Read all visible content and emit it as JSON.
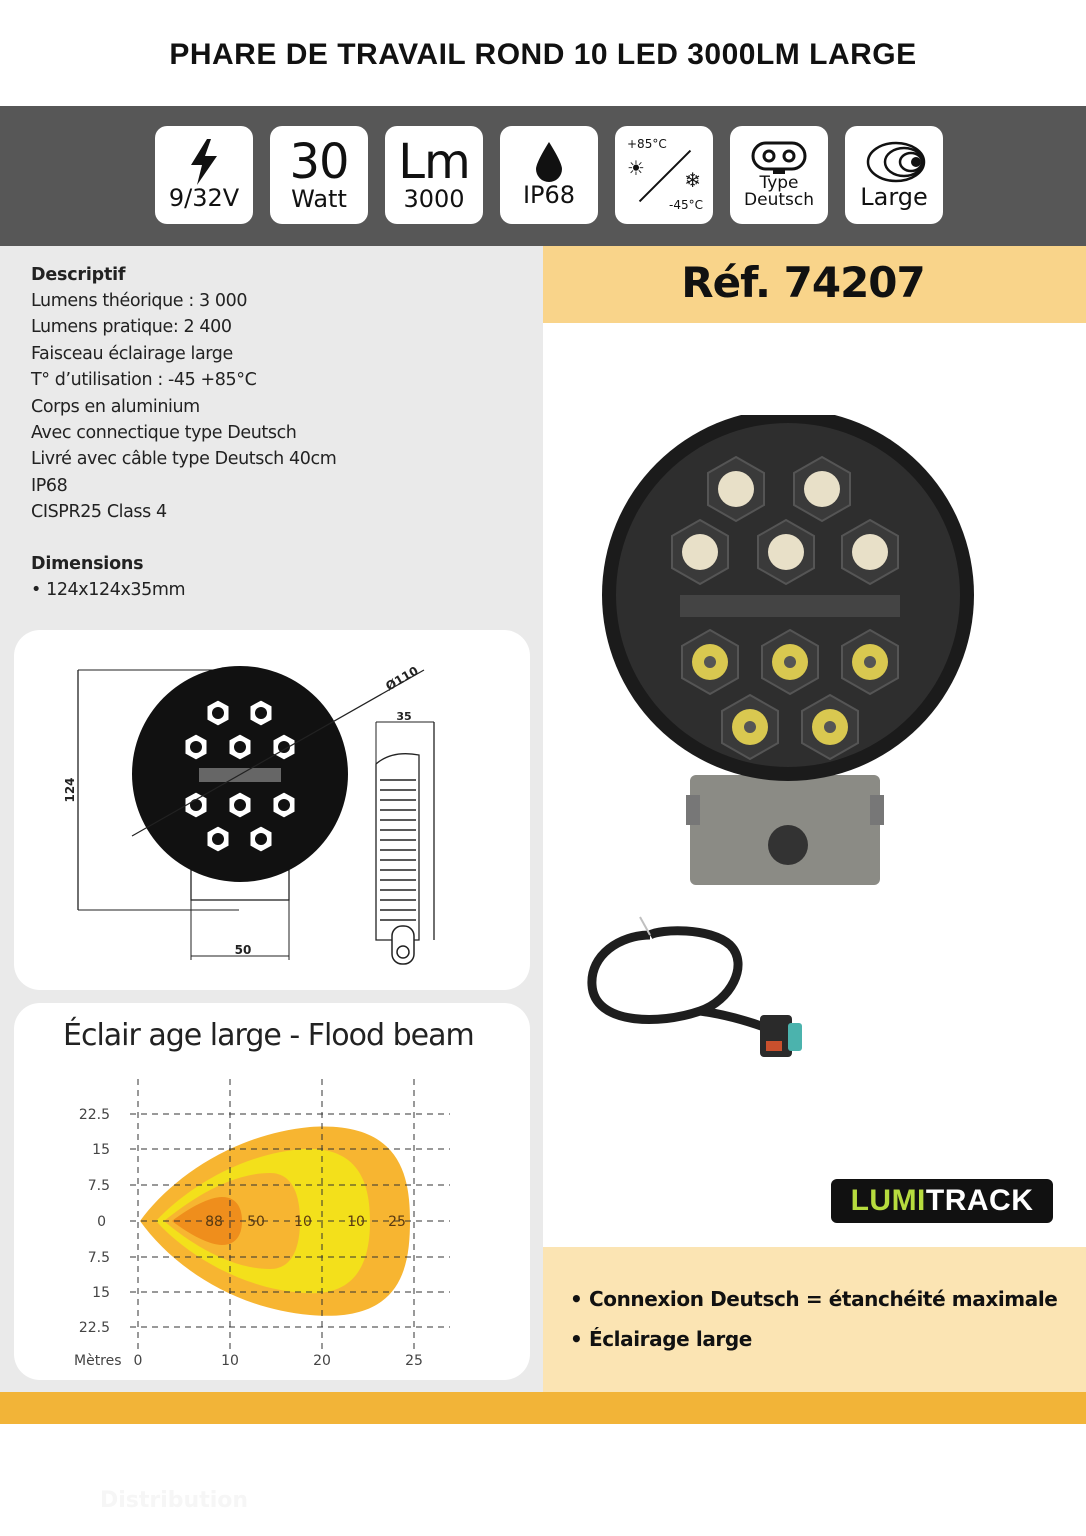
{
  "header": {
    "title": "PHARE DE TRAVAIL ROND 10 LED 3000LM LARGE"
  },
  "specs": {
    "voltage": {
      "icon": "lightning-icon",
      "label": "9/32V"
    },
    "power": {
      "value": "30",
      "unit": "Watt"
    },
    "lumens": {
      "unit": "Lm",
      "value": "3000"
    },
    "ip": {
      "icon": "water-drop-icon",
      "label": "IP68"
    },
    "temperature": {
      "high": "+85°C",
      "low": "-45°C",
      "high_icon": "sun-icon",
      "low_icon": "snowflake-icon"
    },
    "connector": {
      "icon": "deutsch-connector-icon",
      "line1": "Type",
      "line2": "Deutsch"
    },
    "beam": {
      "icon": "wide-beam-icon",
      "label": "Large"
    }
  },
  "descriptif": {
    "title": "Descriptif",
    "items": [
      "Lumens théorique : 3 000",
      "Lumens pratique: 2 400",
      "Faisceau éclairage large",
      "T° d’utilisation : -45 +85°C",
      "Corps en aluminium",
      "Avec connectique type Deutsch",
      "Livré avec câble type Deutsch 40cm",
      "IP68",
      "CISPR25 Class 4"
    ]
  },
  "dimensions": {
    "title": "Dimensions",
    "value": "• 124x124x35mm"
  },
  "drawing": {
    "diameter_label": "Ø110",
    "height_label": "124",
    "depth_label": "35",
    "bracket_label": "50"
  },
  "beam_chart": {
    "title": "Éclair age large -  Flood beam",
    "y_ticks": [
      "22.5",
      "15",
      "7.5",
      "0",
      "7.5",
      "15",
      "22.5"
    ],
    "x_label": "Mètres",
    "x_ticks": [
      "0",
      "10",
      "20",
      "25"
    ],
    "zone_labels": [
      "88",
      "50",
      "10",
      "10",
      "25"
    ],
    "colors": {
      "outer": "#f7b531",
      "mid": "#f3e01b",
      "inner": "#f7b531",
      "core": "#ef8e1c"
    }
  },
  "reference": {
    "label": "Réf. 74207"
  },
  "brand": {
    "part1": "LUMI",
    "part2": "TRACK"
  },
  "features": [
    "• Connexion Deutsch = étanchéité maximale",
    "• Éclairage large"
  ],
  "footer": {
    "watermark": "Distribution"
  },
  "colors": {
    "band": "#575757",
    "ref_band": "#f9d48a",
    "feature_band": "#fbe4b3",
    "bottom_band": "#f2b438",
    "brand_accent": "#b7dc3e"
  }
}
